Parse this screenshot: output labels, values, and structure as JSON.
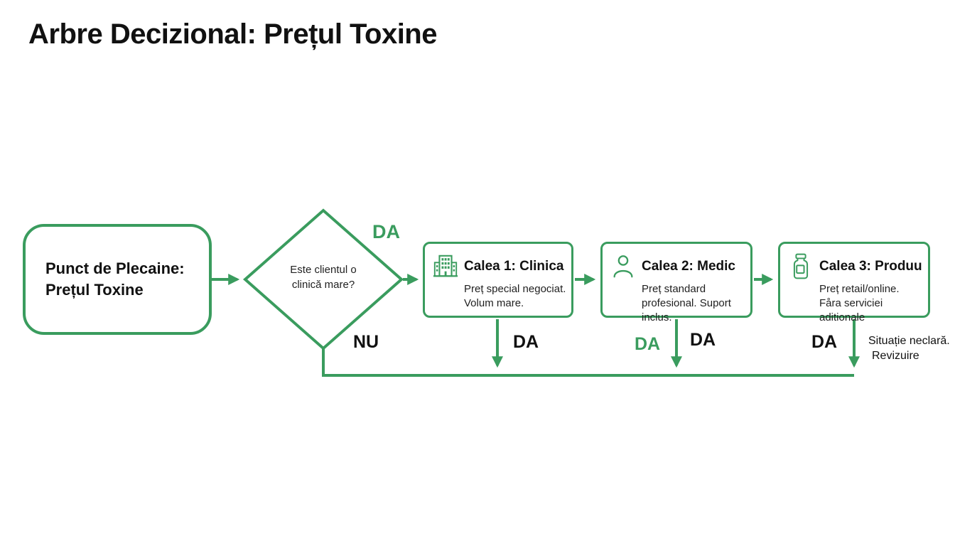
{
  "title": "Arbre Decizional: Prețul Toxine",
  "colors": {
    "accent_green": "#3a9c5e",
    "text_dark": "#141414"
  },
  "start_node": {
    "line1": "Punct de Plecaine:",
    "line2": "Prețul Toxine"
  },
  "decision": {
    "question_line1": "Este clientul o",
    "question_line2": "clinică mare?",
    "yes_label": "DA",
    "no_label": "NU"
  },
  "paths": [
    {
      "icon": "building-icon",
      "title": "Calea 1: Clinica",
      "description": "Preț special negociat. Volum mare.",
      "branch_label": "DA"
    },
    {
      "icon": "person-icon",
      "title": "Calea 2: Medic",
      "description": "Preț standard profesional. Suport inclus.",
      "branch_label": "DA",
      "branch_label_green": "DA"
    },
    {
      "icon": "vial-icon",
      "title": "Calea 3: Produu",
      "description": "Preț retail/online. Fåra serviciei aditionale",
      "branch_label": "DA"
    }
  ],
  "fallback_note": {
    "line1": "Situație neclară.",
    "line2": "Revizuire"
  }
}
